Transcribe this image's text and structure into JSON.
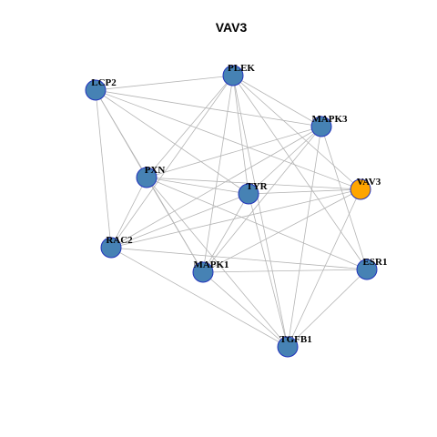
{
  "title": "VAV3",
  "colors": {
    "node_default": "#4682b4",
    "node_highlight": "#ffa500",
    "node_border": "#2233bb",
    "edge": "#b4b4b4"
  },
  "nodes": [
    {
      "id": "PLEK",
      "label": "PLEK",
      "highlight": false
    },
    {
      "id": "LCP2",
      "label": "LCP2",
      "highlight": false
    },
    {
      "id": "MAPK3",
      "label": "MAPK3",
      "highlight": false
    },
    {
      "id": "PXN",
      "label": "PXN",
      "highlight": false
    },
    {
      "id": "TYR",
      "label": "TYR",
      "highlight": false
    },
    {
      "id": "VAV3",
      "label": "VAV3",
      "highlight": true
    },
    {
      "id": "RAC2",
      "label": "RAC2",
      "highlight": false
    },
    {
      "id": "MAPK1",
      "label": "MAPK1",
      "highlight": false
    },
    {
      "id": "ESR1",
      "label": "ESR1",
      "highlight": false
    },
    {
      "id": "TGFB1",
      "label": "TGFB1",
      "highlight": false
    }
  ],
  "edges": [
    [
      "LCP2",
      "PLEK"
    ],
    [
      "LCP2",
      "MAPK3"
    ],
    [
      "LCP2",
      "PXN"
    ],
    [
      "LCP2",
      "RAC2"
    ],
    [
      "LCP2",
      "MAPK1"
    ],
    [
      "LCP2",
      "TYR"
    ],
    [
      "LCP2",
      "VAV3"
    ],
    [
      "PLEK",
      "MAPK3"
    ],
    [
      "PLEK",
      "PXN"
    ],
    [
      "PLEK",
      "TYR"
    ],
    [
      "PLEK",
      "VAV3"
    ],
    [
      "PLEK",
      "RAC2"
    ],
    [
      "PLEK",
      "MAPK1"
    ],
    [
      "PLEK",
      "ESR1"
    ],
    [
      "PLEK",
      "TGFB1"
    ],
    [
      "MAPK3",
      "PXN"
    ],
    [
      "MAPK3",
      "TYR"
    ],
    [
      "MAPK3",
      "RAC2"
    ],
    [
      "MAPK3",
      "MAPK1"
    ],
    [
      "MAPK3",
      "ESR1"
    ],
    [
      "MAPK3",
      "TGFB1"
    ],
    [
      "PXN",
      "TYR"
    ],
    [
      "PXN",
      "VAV3"
    ],
    [
      "PXN",
      "RAC2"
    ],
    [
      "PXN",
      "MAPK1"
    ],
    [
      "PXN",
      "ESR1"
    ],
    [
      "PXN",
      "TGFB1"
    ],
    [
      "TYR",
      "VAV3"
    ],
    [
      "TYR",
      "RAC2"
    ],
    [
      "TYR",
      "MAPK1"
    ],
    [
      "TYR",
      "TGFB1"
    ],
    [
      "VAV3",
      "RAC2"
    ],
    [
      "VAV3",
      "MAPK1"
    ],
    [
      "VAV3",
      "TGFB1"
    ],
    [
      "RAC2",
      "ESR1"
    ],
    [
      "RAC2",
      "TGFB1"
    ],
    [
      "MAPK1",
      "ESR1"
    ],
    [
      "MAPK1",
      "TGFB1"
    ],
    [
      "ESR1",
      "TGFB1"
    ]
  ]
}
